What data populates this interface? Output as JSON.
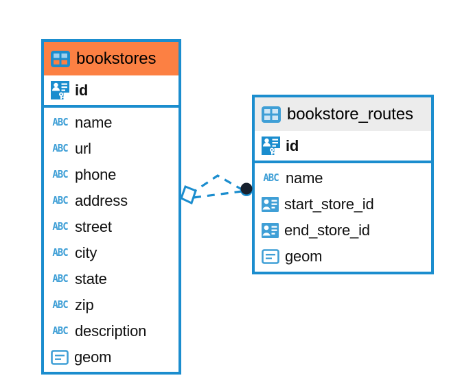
{
  "diagram": {
    "type": "entity-relationship-diagram",
    "background_color": "#ffffff",
    "accent_color": "#1b8dce",
    "header_highlight_color": "#fc8043",
    "header_default_color": "#ececec"
  },
  "entities": [
    {
      "name": "bookstores",
      "header_style": "orange",
      "table_icon": "table-icon",
      "primary_key": {
        "label": "id",
        "icon": "primary-key-icon"
      },
      "fields": [
        {
          "label": "name",
          "icon": "abc-icon",
          "type": "text"
        },
        {
          "label": "url",
          "icon": "abc-icon",
          "type": "text"
        },
        {
          "label": "phone",
          "icon": "abc-icon",
          "type": "text"
        },
        {
          "label": "address",
          "icon": "abc-icon",
          "type": "text"
        },
        {
          "label": "street",
          "icon": "abc-icon",
          "type": "text"
        },
        {
          "label": "city",
          "icon": "abc-icon",
          "type": "text"
        },
        {
          "label": "state",
          "icon": "abc-icon",
          "type": "text"
        },
        {
          "label": "zip",
          "icon": "abc-icon",
          "type": "text"
        },
        {
          "label": "description",
          "icon": "abc-icon",
          "type": "text"
        },
        {
          "label": "geom",
          "icon": "geom-icon",
          "type": "geometry"
        }
      ]
    },
    {
      "name": "bookstore_routes",
      "header_style": "gray",
      "table_icon": "table-icon",
      "primary_key": {
        "label": "id",
        "icon": "primary-key-icon"
      },
      "fields": [
        {
          "label": "name",
          "icon": "abc-icon",
          "type": "text"
        },
        {
          "label": "start_store_id",
          "icon": "foreign-key-icon",
          "type": "foreign-key"
        },
        {
          "label": "end_store_id",
          "icon": "foreign-key-icon",
          "type": "foreign-key"
        },
        {
          "label": "geom",
          "icon": "geom-icon",
          "type": "geometry"
        }
      ]
    }
  ],
  "relationship": {
    "from_entity": "bookstores",
    "to_entity": "bookstore_routes",
    "source_marker": "diamond-marker",
    "target_marker": "filled-circle-marker",
    "line_style": "dashed",
    "line_color": "#1b8dce"
  }
}
